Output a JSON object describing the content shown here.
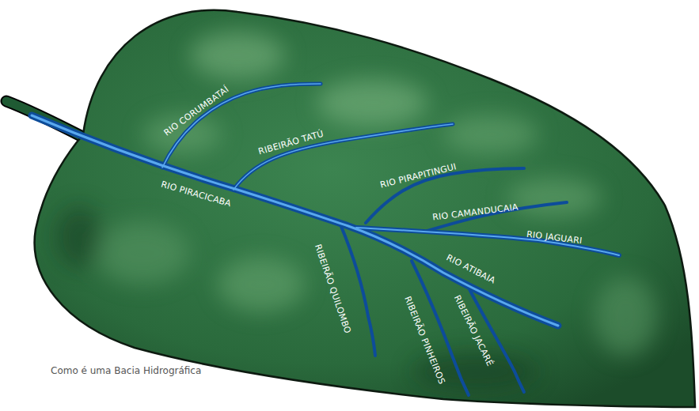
{
  "diagram": {
    "caption": "Como é uma Bacia Hidrográfica",
    "labels": [
      "RIO CORUMBATAÍ",
      "RIBEIRÃO TATÚ",
      "RIO PIRACICABA",
      "RIO PIRAPITINGUI",
      "RIO CAMANDUCAIA",
      "RIO JAGUARI",
      "RIBEIRÃO QUILOMBO",
      "RIO ATIBAIA",
      "RIBEIRÃO PINHEIROS",
      "RIBEIRÃO JACARÉ"
    ]
  }
}
